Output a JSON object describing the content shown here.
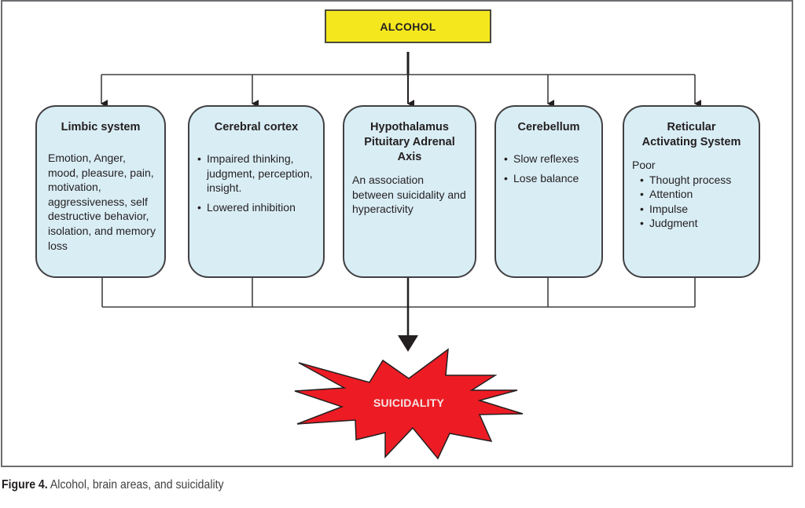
{
  "diagram": {
    "source": {
      "label": "ALCOHOL",
      "color": "#f5e71e"
    },
    "brain_areas": [
      {
        "title": "Limbic system",
        "text": "Emotion, Anger, mood, pleasure, pain, motivation, aggressiveness, self destructive behavior, isolation, and memory loss"
      },
      {
        "title": "Cerebral cortex",
        "bullets": [
          "Impaired thinking, judgment, perception, insight.",
          "Lowered inhibition"
        ]
      },
      {
        "title_line1": "Hypothalamus",
        "title_line2": "Pituitary Adrenal Axis",
        "text": "An association between suicidality and hyperactivity"
      },
      {
        "title": "Cerebellum",
        "bullets": [
          "Slow reflexes",
          "Lose balance"
        ]
      },
      {
        "title_line1": "Reticular",
        "title_line2": "Activating System",
        "lead": "Poor",
        "bullets": [
          "Thought process",
          "Attention",
          "Impulse",
          "Judgment"
        ]
      }
    ],
    "box_color": "#d9edf5",
    "outcome": {
      "label": "SUICIDALITY",
      "color": "#ed1c24"
    }
  },
  "caption": {
    "label": "Figure 4.",
    "text": "Alcohol, brain areas, and suicidality"
  }
}
